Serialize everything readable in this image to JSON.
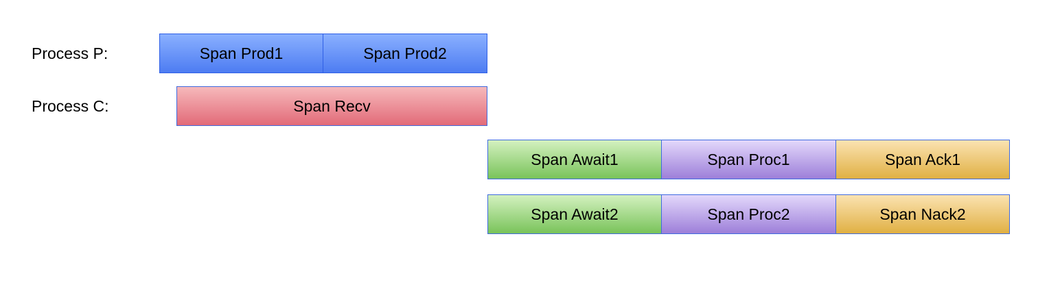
{
  "processes": {
    "p_label": "Process P:",
    "c_label": "Process C:"
  },
  "spans": {
    "prod1": "Span Prod1",
    "prod2": "Span Prod2",
    "recv": "Span Recv",
    "await1": "Span Await1",
    "proc1": "Span Proc1",
    "ack1": "Span Ack1",
    "await2": "Span Await2",
    "proc2": "Span Proc2",
    "nack2": "Span Nack2"
  },
  "colors": {
    "prod": "#6b93fa",
    "recv": "#ec929b",
    "await": "#a6da8d",
    "proc": "#c1adec",
    "ack": "#efc97b",
    "border": "#3e6ae0"
  }
}
